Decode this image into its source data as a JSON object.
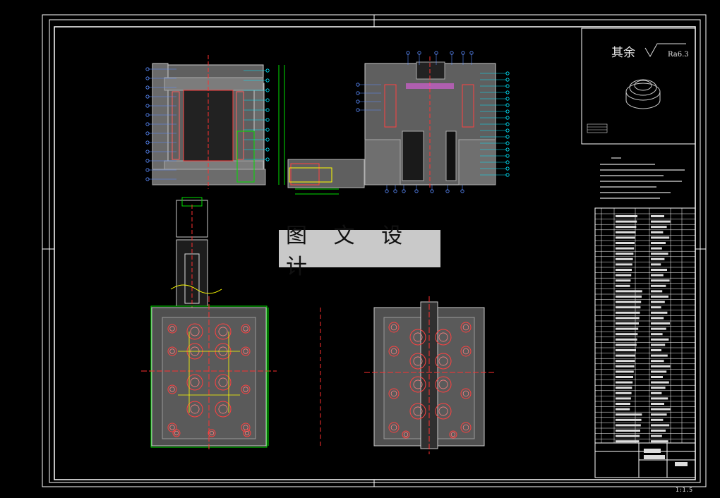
{
  "drawing": {
    "roughness_prefix": "其余",
    "roughness_value": "Ra6.3",
    "watermark_text": "图 文 设 计",
    "sheet_number": "1:1.5"
  },
  "colors": {
    "background": "#000000",
    "border": "#ffffff",
    "mold_body": "#7a7a7a",
    "outline_green": "#00e000",
    "leader_blue": "#5a8cff",
    "leader_cyan": "#00e8ff",
    "center_red": "#ff3030",
    "yellow": "#f0f000",
    "magenta": "#ff40ff",
    "watermark_bg": "#c9c9c9"
  }
}
